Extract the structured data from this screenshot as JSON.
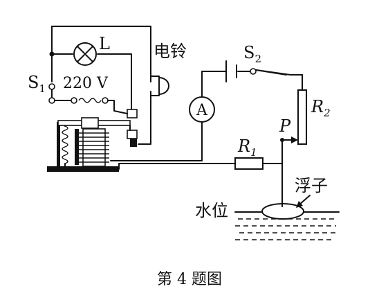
{
  "diagram": {
    "caption": "第 4 题图",
    "labels": {
      "lamp": "L",
      "bell": "电铃",
      "switch1": "S",
      "switch1_sub": "1",
      "voltage": "220 V",
      "switch2": "S",
      "switch2_sub": "2",
      "ammeter": "A",
      "resistor1": "R",
      "resistor1_sub": "1",
      "resistor2": "R",
      "resistor2_sub": "2",
      "slider": "P",
      "float": "浮子",
      "water_level": "水位"
    }
  }
}
